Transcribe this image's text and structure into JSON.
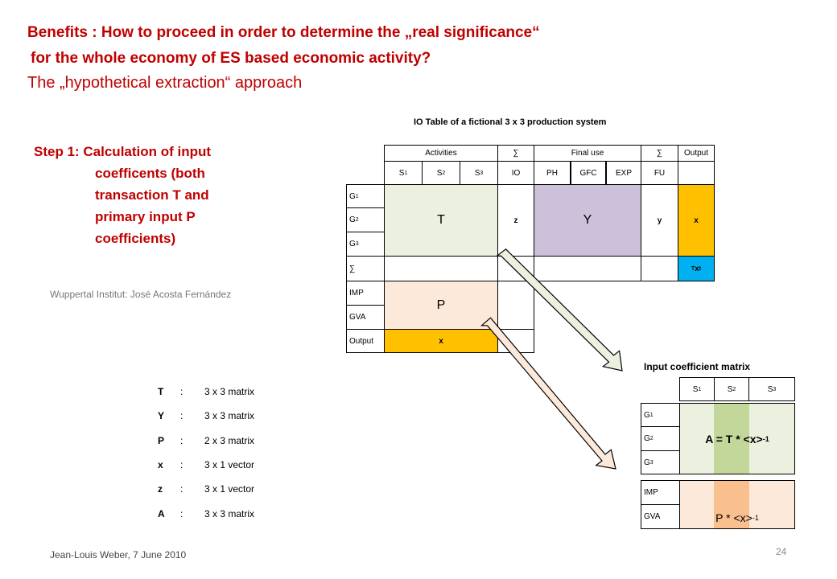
{
  "slide": {
    "title_line1": "Benefits : How to proceed in order to determine the „real significance“",
    "title_line2": "for the whole economy of ES based economic activity?",
    "subtitle": "The „hypothetical extraction“ approach",
    "step_line1": "Step 1: Calculation of input",
    "step_line2": "coefficents (both",
    "step_line3": "transaction T and",
    "step_line4": "primary input P",
    "step_line5": "coefficients)",
    "source": "Wuppertal Institut: José Acosta Fernández",
    "footer_author": "Jean-Louis Weber, 7 June 2010",
    "page_number": "24"
  },
  "io_table": {
    "title": "IO Table of a fictional 3 x 3 production system",
    "header_activities": "Activities",
    "header_sum": "∑",
    "header_final_use": "Final use",
    "header_sum2": "∑",
    "header_output": "Output",
    "col_s1": "S",
    "col_s2": "S",
    "col_s3": "S",
    "sub1": "1",
    "sub2": "2",
    "sub3": "3",
    "col_io": "IO",
    "col_ph": "PH",
    "col_gfc": "GFC",
    "col_exp": "EXP",
    "col_fu": "FU",
    "row_g": "G",
    "row_sum": "∑",
    "row_imp": "IMP",
    "row_gva": "GVA",
    "row_output": "Output",
    "block_T": "T",
    "block_z": "z",
    "block_Y": "Y",
    "block_y": "y",
    "block_x": "x",
    "block_xt_sup": "T",
    "block_xt": "x",
    "block_xt_sub": "t",
    "block_P": "P",
    "block_x_bottom": "x"
  },
  "legend": [
    {
      "key": "T",
      "sep": ":",
      "desc": "3 x 3 matrix"
    },
    {
      "key": "Y",
      "sep": ":",
      "desc": "3 x 3 matrix"
    },
    {
      "key": "P",
      "sep": ":",
      "desc": "2 x 3 matrix"
    },
    {
      "key": "x",
      "sep": ":",
      "desc": "3 x 1 vector"
    },
    {
      "key": "z",
      "sep": ":",
      "desc": "3 x 1 vector"
    },
    {
      "key": "A",
      "sep": ":",
      "desc": "3 x 3 matrix"
    }
  ],
  "coef_matrix": {
    "title": "Input coefficient matrix",
    "col_s": "S",
    "row_g": "G",
    "row_imp": "IMP",
    "row_gva": "GVA",
    "formula_A": "A = T * <x>",
    "formula_A_sup": "-1",
    "formula_P": "P * <x>",
    "formula_P_sup": "-1"
  },
  "colors": {
    "title_red": "#c00000",
    "green": "#ebf1de",
    "purple": "#ccc0da",
    "peach": "#fde9d9",
    "orange": "#ffc000",
    "blue": "#00b0f0",
    "dark_green": "#c4d79b",
    "dark_peach": "#fabf8f"
  }
}
